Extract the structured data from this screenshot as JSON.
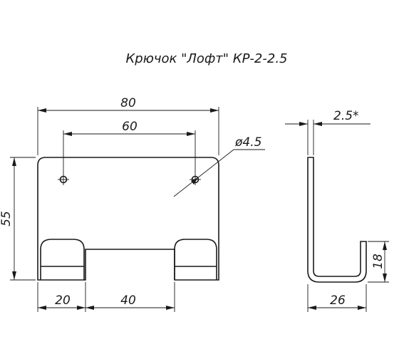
{
  "title": "Крючок \"Лофт\" КР-2-2.5",
  "dimensions": {
    "overall_width": "80",
    "hole_spacing": "60",
    "hole_diameter": "ø4.5",
    "overall_height": "55",
    "lower_left_offset": "20",
    "lower_middle_span": "40",
    "thickness": "2.5*",
    "hook_height": "18",
    "hook_depth": "26"
  }
}
